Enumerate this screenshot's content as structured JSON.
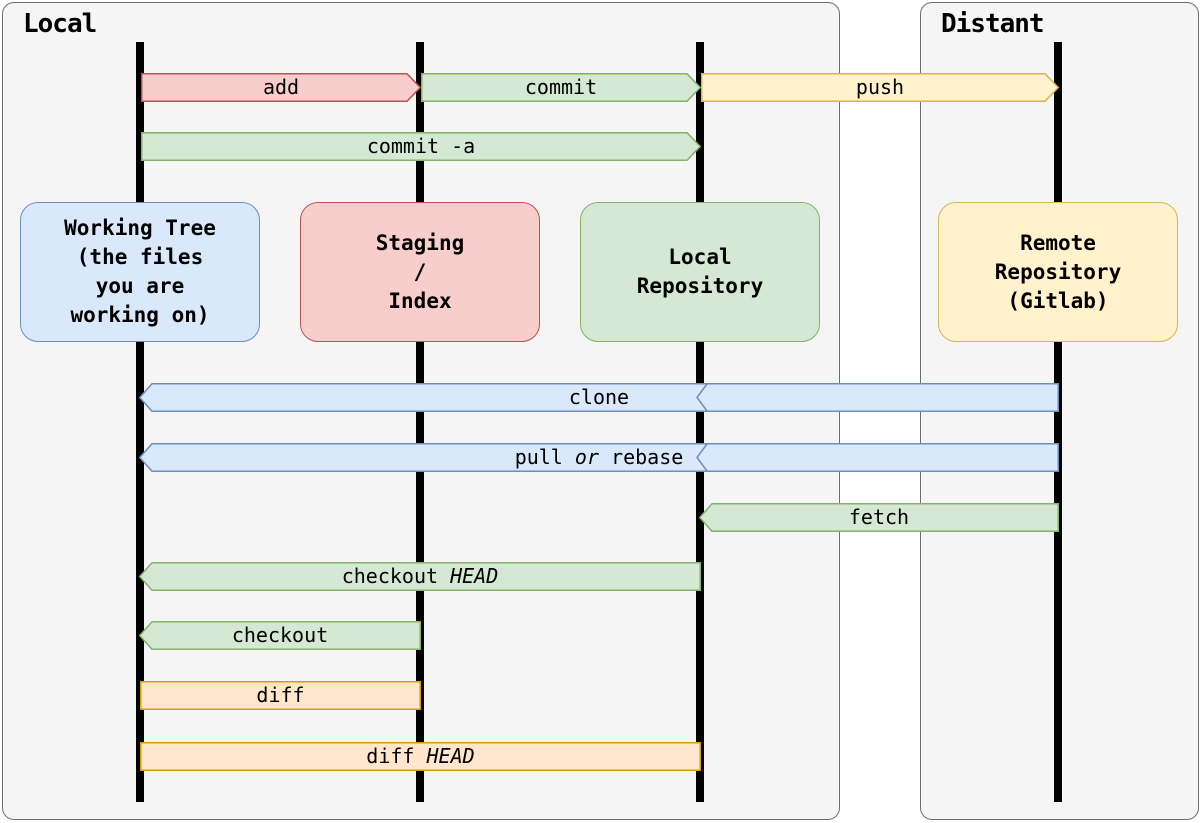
{
  "containers": {
    "local": {
      "title": "Local"
    },
    "distant": {
      "title": "Distant"
    }
  },
  "nodes": {
    "working_tree": {
      "lines": [
        "Working Tree",
        "(the files",
        "you are",
        "working on)"
      ],
      "fill": "#dae8fc",
      "border": "#6c8ebf"
    },
    "staging_index": {
      "lines": [
        "Staging",
        "/",
        "Index"
      ],
      "fill": "#f8cecc",
      "border": "#b85450"
    },
    "local_repository": {
      "lines": [
        "Local",
        "Repository"
      ],
      "fill": "#d5e8d4",
      "border": "#82b366"
    },
    "remote_repository": {
      "lines": [
        "Remote",
        "Repository",
        "(Gitlab)"
      ],
      "fill": "#fff2cc",
      "border": "#d6b656"
    }
  },
  "arrows": {
    "add": {
      "label": {
        "pre": "add"
      },
      "from": "working_tree",
      "to": "staging_index",
      "direction": "right",
      "fill": "#f8cecc",
      "border": "#b85450"
    },
    "commit": {
      "label": {
        "pre": "commit"
      },
      "from": "staging_index",
      "to": "local_repository",
      "direction": "right",
      "fill": "#d5e8d4",
      "border": "#82b366"
    },
    "push": {
      "label": {
        "pre": "push"
      },
      "from": "local_repository",
      "to": "remote_repository",
      "direction": "right",
      "fill": "#fff2cc",
      "border": "#d6b656"
    },
    "commit_a": {
      "label": {
        "pre": "commit -a"
      },
      "from": "working_tree",
      "to": "local_repository",
      "direction": "right",
      "fill": "#d5e8d4",
      "border": "#82b366"
    },
    "clone": {
      "label": {
        "pre": "clone"
      },
      "from": "remote_repository",
      "to": "working_tree",
      "direction": "left",
      "fill": "#dae8fc",
      "border": "#6c8ebf"
    },
    "pull_or_rebase": {
      "label": {
        "pre": "pull ",
        "italic": "or",
        "post": " rebase"
      },
      "from": "remote_repository",
      "to": "working_tree",
      "direction": "left",
      "fill": "#dae8fc",
      "border": "#6c8ebf"
    },
    "fetch": {
      "label": {
        "pre": "fetch"
      },
      "from": "remote_repository",
      "to": "local_repository",
      "direction": "left",
      "fill": "#d5e8d4",
      "border": "#82b366"
    },
    "checkout_head": {
      "label": {
        "pre": "checkout ",
        "italic": "HEAD"
      },
      "from": "local_repository",
      "to": "working_tree",
      "direction": "left",
      "fill": "#d5e8d4",
      "border": "#82b366"
    },
    "checkout": {
      "label": {
        "pre": "checkout"
      },
      "from": "staging_index",
      "to": "working_tree",
      "direction": "left",
      "fill": "#d5e8d4",
      "border": "#82b366"
    },
    "diff": {
      "label": {
        "pre": "diff"
      },
      "from": "working_tree",
      "to": "staging_index",
      "direction": "none",
      "fill": "#ffe6cc",
      "border": "#d79b00"
    },
    "diff_head": {
      "label": {
        "pre": "diff ",
        "italic": "HEAD"
      },
      "from": "working_tree",
      "to": "local_repository",
      "direction": "none",
      "fill": "#ffe6cc",
      "border": "#d79b00"
    }
  },
  "palette": {
    "container_bg": "#f5f5f5",
    "container_border": "#6e6e6e",
    "lifeline": "#000000",
    "blue_fill": "#dae8fc",
    "blue_border": "#6c8ebf",
    "green_fill": "#d5e8d4",
    "green_border": "#82b366",
    "red_fill": "#f8cecc",
    "red_border": "#b85450",
    "yellow_fill": "#fff2cc",
    "yellow_border": "#d6b656",
    "orange_fill": "#ffe6cc",
    "orange_border": "#d79b00"
  }
}
